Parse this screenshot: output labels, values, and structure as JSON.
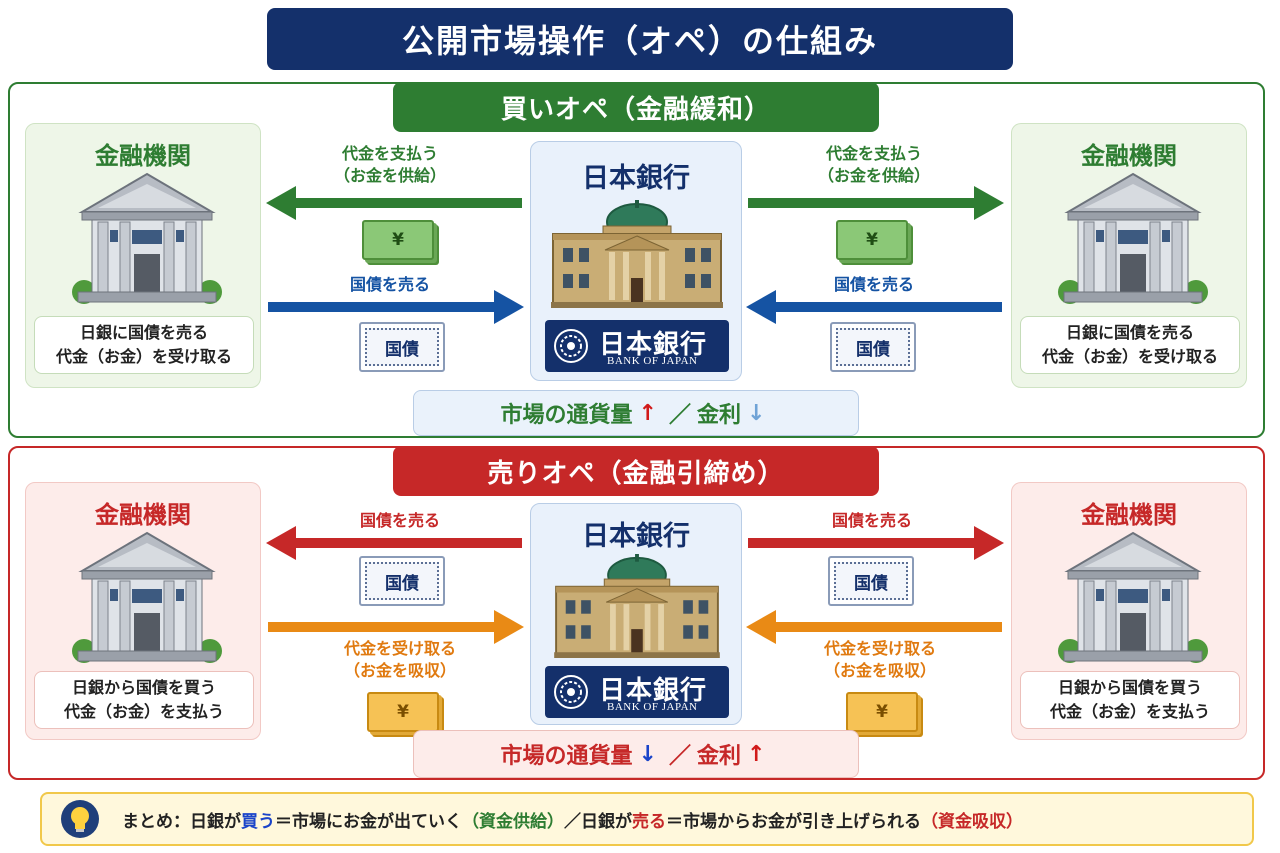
{
  "title": "公開市場操作（オペ）の仕組み",
  "buy": {
    "title": "買いオペ（金融緩和）",
    "left_bank": {
      "label": "金融機関",
      "desc_line1": "日銀に国債を売る",
      "desc_line2": "代金（お金）を受け取る"
    },
    "right_bank": {
      "label": "金融機関",
      "desc_line1": "日銀に国債を売る",
      "desc_line2": "代金（お金）を受け取る"
    },
    "boj_title": "日本銀行",
    "left_money_label_line1": "代金を支払う",
    "left_money_label_line2": "（お金を供給）",
    "right_money_label_line1": "代金を支払う",
    "right_money_label_line2": "（お金を供給）",
    "left_bond_label": "国債を売る",
    "right_bond_label": "国債を売る",
    "result": {
      "money": "市場の通貨量",
      "rate": "金利",
      "money_arrow": "↑",
      "rate_arrow": "↓",
      "separator": "／"
    }
  },
  "sell": {
    "title": "売りオペ（金融引締め）",
    "left_bank": {
      "label": "金融機関",
      "desc_line1": "日銀から国債を買う",
      "desc_line2": "代金（お金）を支払う"
    },
    "right_bank": {
      "label": "金融機関",
      "desc_line1": "日銀から国債を買う",
      "desc_line2": "代金（お金）を支払う"
    },
    "boj_title": "日本銀行",
    "left_bond_label": "国債を売る",
    "right_bond_label": "国債を売る",
    "left_money_label_line1": "代金を受け取る",
    "left_money_label_line2": "（お金を吸収）",
    "right_money_label_line1": "代金を受け取る",
    "right_money_label_line2": "（お金を吸収）",
    "result": {
      "money": "市場の通貨量",
      "rate": "金利",
      "money_arrow": "↓",
      "rate_arrow": "↑",
      "separator": "／"
    }
  },
  "boj_logo": {
    "text": "日本銀行",
    "sub": "BANK OF JAPAN"
  },
  "bond_label": "国債",
  "money_symbol": "¥",
  "summary": {
    "p1": "まとめ：日銀が",
    "buy_word": "買う",
    "p2": "＝市場にお金が出ていく",
    "supply": "（資金供給）",
    "p3": "／日銀が",
    "sell_word": "売る",
    "p4": "＝市場からお金が引き上げられる",
    "absorb": "（資金吸収）"
  },
  "colors": {
    "navy": "#14306b",
    "green": "#2e7d32",
    "red": "#c62828",
    "blue_arrow": "#1553a3",
    "orange_arrow": "#e98a15"
  }
}
